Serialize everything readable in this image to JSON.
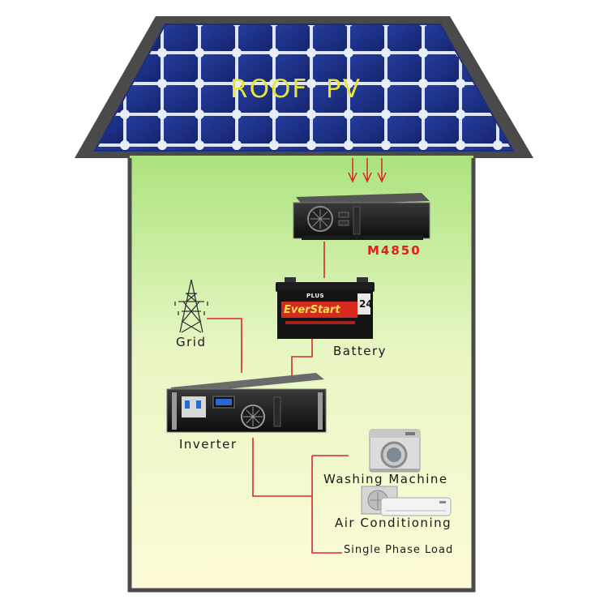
{
  "roof": {
    "title": "ROOF  PV"
  },
  "controller": {
    "model": "M4850"
  },
  "battery": {
    "label": "Battery",
    "brand_plus": "PLUS",
    "brand": "EverStart",
    "group": "24"
  },
  "grid": {
    "label": "Grid"
  },
  "inverter": {
    "label": "Inverter"
  },
  "loads": [
    {
      "label": "Washing Machine"
    },
    {
      "label": "Air Conditioning"
    },
    {
      "label": "Single Phase Load"
    }
  ],
  "colors": {
    "wire": "#d9272e",
    "wall_gradient_top": "#a9e27a",
    "wall_gradient_bottom": "#fefbd9",
    "roof_outline": "#4a4a4a",
    "panel_cell": "#1b2f86",
    "model_text": "#e02020",
    "roof_title_text": "#e8e23a"
  },
  "icons": [
    "solar-panel-icon",
    "charge-controller-icon",
    "battery-icon",
    "power-tower-icon",
    "inverter-icon",
    "washing-machine-icon",
    "air-conditioner-icon"
  ]
}
